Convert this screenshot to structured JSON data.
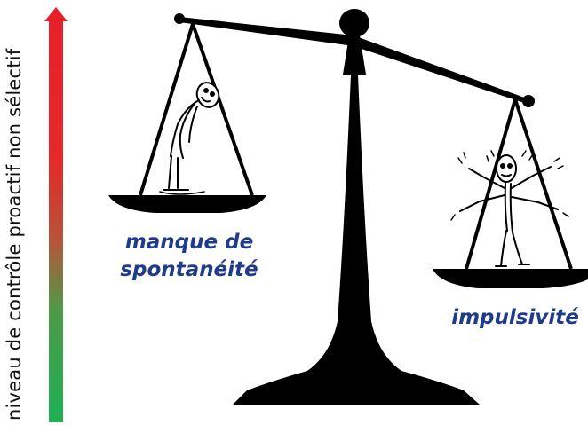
{
  "axis": {
    "label": "niveau de contrôle proactif non sélectif",
    "arrow_top_color": "#e8202a",
    "arrow_mid_color": "#b5543a",
    "arrow_bottom_color": "#1db155"
  },
  "left_pan": {
    "caption_line1": "manque de",
    "caption_line2": "spontanéité",
    "figure": "slumped-stick-figure"
  },
  "right_pan": {
    "caption": "impulsivité",
    "figure": "agitated-stick-figure"
  },
  "colors": {
    "caption_text": "#1f3b8c",
    "scale": "#000000"
  }
}
